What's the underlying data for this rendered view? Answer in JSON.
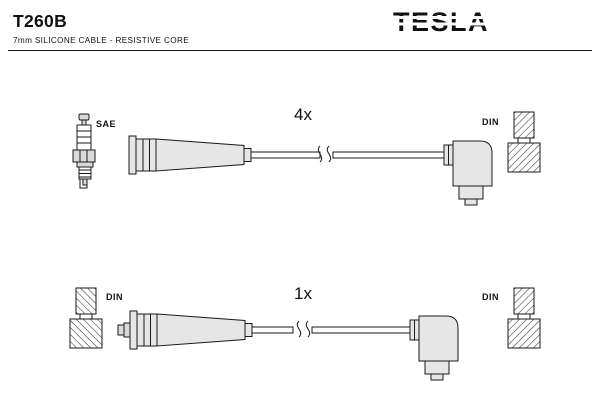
{
  "header": {
    "part_number": "T260B",
    "subtitle": "7mm SILICONE CABLE - RESISTIVE CORE",
    "brand": "TESLA"
  },
  "rows": [
    {
      "quantity": "4x",
      "left_terminal": "SAE",
      "right_terminal": "DIN"
    },
    {
      "quantity": "1x",
      "left_terminal": "DIN",
      "right_terminal": "DIN"
    }
  ],
  "colors": {
    "line": "#1a1a1a",
    "boot_fill": "#e6e6e6",
    "metal_fill": "#d9d9d9",
    "background": "#ffffff"
  }
}
